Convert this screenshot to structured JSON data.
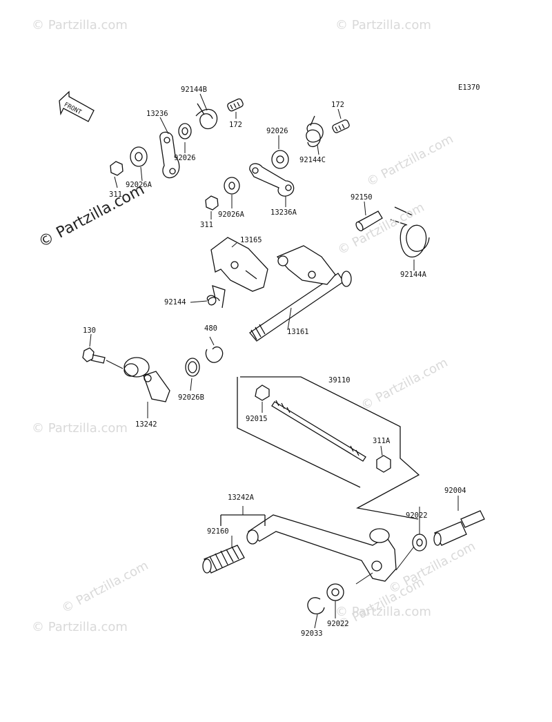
{
  "watermark": {
    "text": "© Partzilla.com",
    "main_text": "© Partzilla.com"
  },
  "diagram_code": "E1370",
  "front_label": "FRONT",
  "parts": {
    "p92144B": "92144B",
    "p172a": "172",
    "p13236": "13236",
    "p92026a": "92026",
    "p92026Aa": "92026A",
    "p311a": "311",
    "p92026b": "92026",
    "p172b": "172",
    "p92144C": "92144C",
    "p311b": "311",
    "p92026Ab": "92026A",
    "p13236A": "13236A",
    "p92150": "92150",
    "p92144A": "92144A",
    "p13165": "13165",
    "p92144": "92144",
    "p480": "480",
    "p13161": "13161",
    "p130": "130",
    "p92026B": "92026B",
    "p13242": "13242",
    "p39110": "39110",
    "p92015": "92015",
    "p311A": "311A",
    "p92004": "92004",
    "p13242A": "13242A",
    "p92022a": "92022",
    "p92160": "92160",
    "p92022b": "92022",
    "p92033": "92033"
  }
}
